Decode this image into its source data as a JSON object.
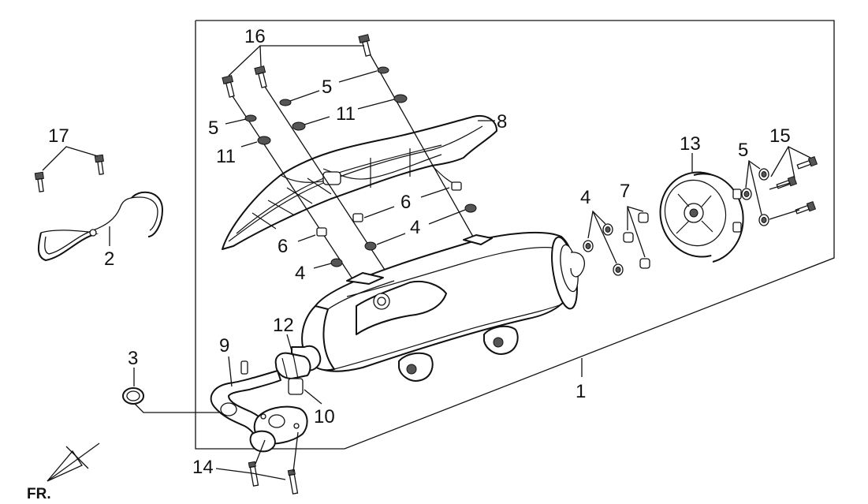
{
  "callouts": {
    "c1": "1",
    "c2": "2",
    "c3": "3",
    "c4a": "4",
    "c4b": "4",
    "c4c": "4",
    "c5a": "5",
    "c5b": "5",
    "c5c": "5",
    "c6a": "6",
    "c6b": "6",
    "c7": "7",
    "c8": "8",
    "c9": "9",
    "c10": "10",
    "c11a": "11",
    "c11b": "11",
    "c12": "12",
    "c13": "13",
    "c14": "14",
    "c15": "15",
    "c16": "16",
    "c17": "17"
  },
  "orientation": {
    "label": "FR."
  }
}
